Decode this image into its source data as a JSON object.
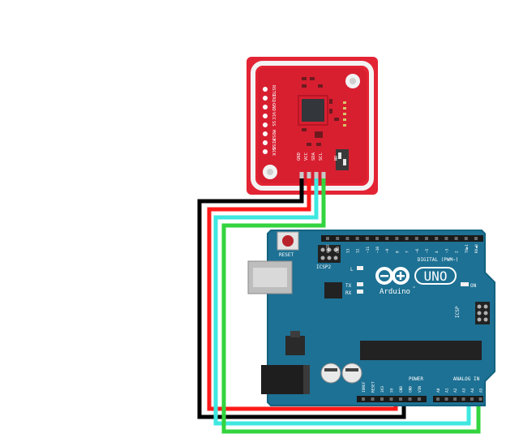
{
  "nfc_module": {
    "left_pins": [
      "RSTO",
      "IRQ",
      "GND",
      "VCC",
      "SS",
      "MOSI",
      "MISO",
      "SCK"
    ],
    "bottom_pins": [
      "GND",
      "VCC",
      "SDA",
      "SCL"
    ],
    "switch_label": "ON"
  },
  "arduino": {
    "brand": "Arduino",
    "trademark": "™",
    "model": "UNO",
    "reset_label": "RESET",
    "icsp2_label": "ICSP2",
    "icsp_label": "ICSP",
    "led_l": "L",
    "led_tx": "TX",
    "led_rx": "RX",
    "led_on": "ON",
    "digital_label": "DIGITAL (PWM~)",
    "digital_pins": [
      "AREF",
      "GND",
      "13",
      "12",
      "~11",
      "~10",
      "~9",
      "8",
      "7",
      "~6",
      "~5",
      "4",
      "~3",
      "2",
      "TX▶1",
      "RX◀0"
    ],
    "power_label": "POWER",
    "power_pins": [
      "IOREF",
      "RESET",
      "3V3",
      "5V",
      "GND",
      "GND",
      "VIN"
    ],
    "analog_label": "ANALOG IN",
    "analog_pins": [
      "A0",
      "A1",
      "A2",
      "A3",
      "A4",
      "A5"
    ]
  },
  "colors": {
    "nfc_red": "#e32434",
    "nfc_white": "#f3f3f3",
    "board_blue": "#1d7194",
    "board_edge": "#13627f",
    "wire_gnd": "#000000",
    "wire_vcc": "#ff1a1a",
    "wire_sda": "#3ee8e0",
    "wire_scl": "#33d43e"
  }
}
